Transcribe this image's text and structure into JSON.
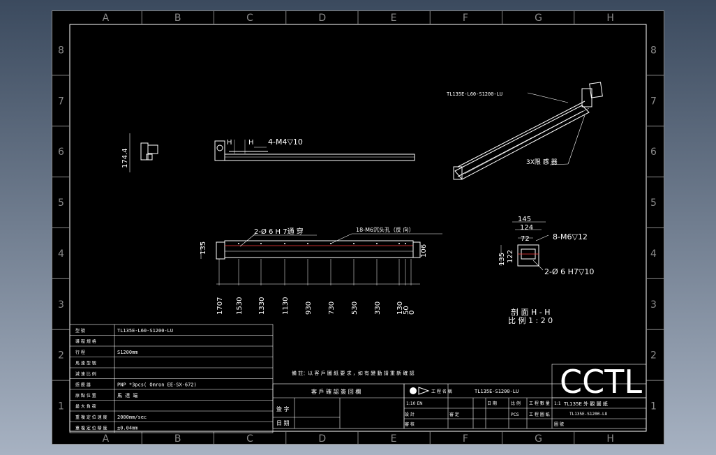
{
  "zone_columns": [
    "A",
    "B",
    "C",
    "D",
    "E",
    "F",
    "G",
    "H"
  ],
  "zone_rows": [
    "8",
    "7",
    "6",
    "5",
    "4",
    "3",
    "2",
    "1"
  ],
  "views": {
    "left_height": "174.4",
    "side_note": "4-M4▽10",
    "side_h1": "H",
    "side_h2": "H",
    "iso_model": "TL135E-L60-S1200-LU",
    "iso_note": "3X限 感 器",
    "top_hole_note": "2-Ø 6  H 7通 穿",
    "top_slot_note": "18-M6沉头孔（反 向）",
    "top_height": "135",
    "top_right_height": "106",
    "bottom_dims": [
      "1707",
      "1530",
      "1330",
      "1130",
      "930",
      "730",
      "530",
      "330",
      "130",
      "50",
      "0"
    ],
    "section_w1": "145",
    "section_w2": "124",
    "section_w3": "72",
    "section_thread": "8-M6▽12",
    "section_h1": "135",
    "section_h2": "122",
    "section_hole": "2-Ø 6  H7▽10",
    "section_title": "剖 面 H - H",
    "section_scale": "比 例 1 : 2 0"
  },
  "spec_table": [
    {
      "label": "型 號",
      "value": "TL135E-L60-S1200-LU"
    },
    {
      "label": "導 程 規 格",
      "value": ""
    },
    {
      "label": "行 程",
      "value": "S1200mm"
    },
    {
      "label": "馬 達 型 號",
      "value": ""
    },
    {
      "label": "減 速 比 例",
      "value": ""
    },
    {
      "label": "感 應 器",
      "value": "PNP *3pcs( Omron EE-SX-672)"
    },
    {
      "label": "原 點 位 置",
      "value": "馬 達 端"
    },
    {
      "label": "最 大 負 荷",
      "value": ""
    },
    {
      "label": "重 複 定 位 速 度",
      "value": "2000mm/sec"
    },
    {
      "label": "重 複 定 位 精 度",
      "value": "±0.04mm"
    }
  ],
  "note_text": "備 註：以 客 戶 圖 紙 要 求 ，如 有 變 動 請 重 新 確 認",
  "customer_confirm": "客 戶 確 認 簽 回 欄",
  "sign_label": "簽 字",
  "date_label": "日 期",
  "title_block": {
    "project_label": "工 程 名 稱",
    "project_value": "TL135E-S1200-LU",
    "version": "1:10 EN",
    "drawing_name": "TL135E 外 觀 圖 紙",
    "drawing_number": "TL135E-S1200-LU",
    "logo": "CCTL",
    "cells": [
      "設 計",
      "審 核",
      "審 定",
      "日 期",
      "比 例",
      "工 程 數 量",
      "工 程 圖 紙",
      "PCS",
      "1:1",
      "圖 號"
    ]
  }
}
